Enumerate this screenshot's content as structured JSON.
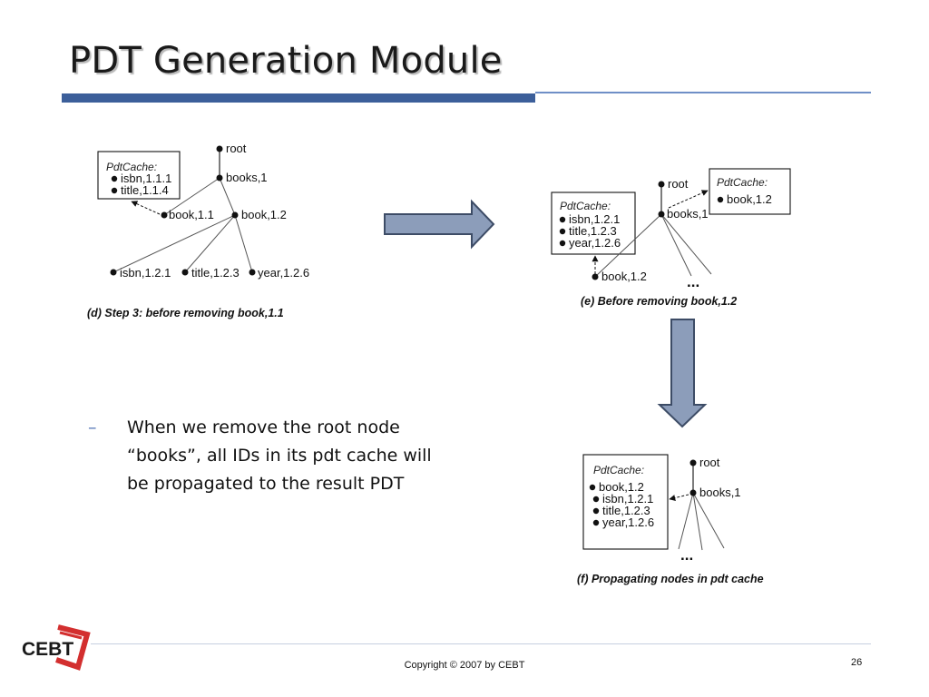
{
  "slide": {
    "title": "PDT Generation Module",
    "bullet_dash": "–",
    "bullet_text": "When we remove the root node “books”, all IDs in its pdt cache will be propagated to the result PDT",
    "copyright": "Copyright © 2007 by CEBT",
    "page_number": "26",
    "logo_text": "CEBT"
  },
  "diagram_d": {
    "cache_title": "PdtCache:",
    "cache_items": [
      "isbn,1.1.1",
      "title,1.1.4"
    ],
    "nodes": [
      "root",
      "books,1",
      "book,1.1",
      "book,1.2",
      "isbn,1.2.1",
      "title,1.2.3",
      "year,1.2.6"
    ],
    "caption": "(d) Step 3: before removing book,1.1"
  },
  "diagram_e": {
    "left_cache_title": "PdtCache:",
    "left_cache_items": [
      "isbn,1.2.1",
      "title,1.2.3",
      "year,1.2.6"
    ],
    "right_cache_title": "PdtCache:",
    "right_cache_items": [
      "book,1.2"
    ],
    "nodes": [
      "root",
      "books,1",
      "book,1.2"
    ],
    "ellipsis": "...",
    "caption": "(e) Before removing book,1.2"
  },
  "diagram_f": {
    "cache_title": "PdtCache:",
    "cache_items": [
      "book,1.2",
      "isbn,1.2.1",
      "title,1.2.3",
      "year,1.2.6"
    ],
    "nodes": [
      "root",
      "books,1"
    ],
    "ellipsis": "...",
    "caption": "(f) Propagating nodes in pdt cache"
  },
  "colors": {
    "title_bar": "#3c5f9a",
    "title_thin_rule": "#6f8fc7",
    "arrow_fill": "#8c9dba",
    "arrow_stroke": "#3d4c66",
    "logo_red": "#d32f2f"
  }
}
